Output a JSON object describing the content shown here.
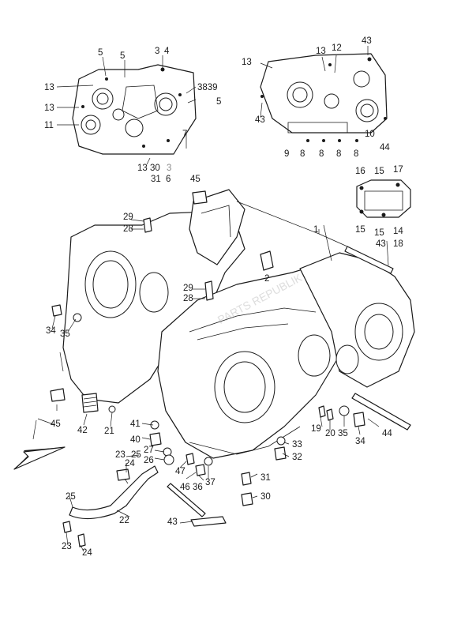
{
  "colors": {
    "line": "#1a1a1a",
    "background": "#ffffff",
    "grey_label": "#8a8a8a"
  },
  "labels": {
    "l1": "1",
    "l2": "2",
    "l3": "3",
    "l4": "4",
    "l5": "5",
    "l6": "6",
    "l7": "7",
    "l8": "8",
    "l9": "9",
    "l10": "10",
    "l11": "11",
    "l12": "12",
    "l13": "13",
    "l14": "14",
    "l15": "15",
    "l16": "16",
    "l17": "17",
    "l18": "18",
    "l19": "19",
    "l20": "20",
    "l21": "21",
    "l22": "22",
    "l23": "23",
    "l24": "24",
    "l25": "25",
    "l26": "26",
    "l27": "27",
    "l28": "28",
    "l29": "29",
    "l30": "30",
    "l31": "31",
    "l32": "32",
    "l33": "33",
    "l34": "34",
    "l35": "35",
    "l36": "36",
    "l37": "37",
    "l3839": "3839",
    "l40": "40",
    "l41": "41",
    "l42": "42",
    "l43": "43",
    "l44": "44",
    "l45": "45",
    "l46": "46",
    "l47": "47"
  },
  "watermark": "PARTS REPUBLIK",
  "icons": {
    "direction_arrow": "front-direction-arrow-icon"
  }
}
